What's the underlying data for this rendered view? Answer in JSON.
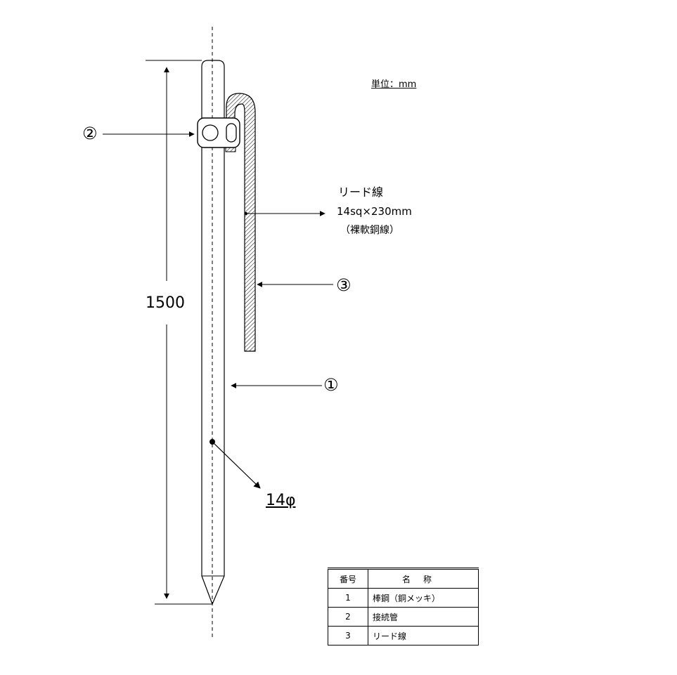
{
  "unit_label": "単位：mm",
  "lead_wire": {
    "name": "リード線",
    "spec": "14sq×230mm",
    "material": "（裸軟銅線）"
  },
  "dimensions": {
    "length": "1500",
    "diameter": "14φ"
  },
  "callouts": {
    "c1": "①",
    "c2": "②",
    "c3": "③"
  },
  "parts_table": {
    "headers": {
      "number": "番号",
      "name": "名称"
    },
    "rows": [
      {
        "number": "1",
        "name": "棒鋼（銅メッキ）"
      },
      {
        "number": "2",
        "name": "接続管"
      },
      {
        "number": "3",
        "name": "リード線"
      }
    ]
  }
}
